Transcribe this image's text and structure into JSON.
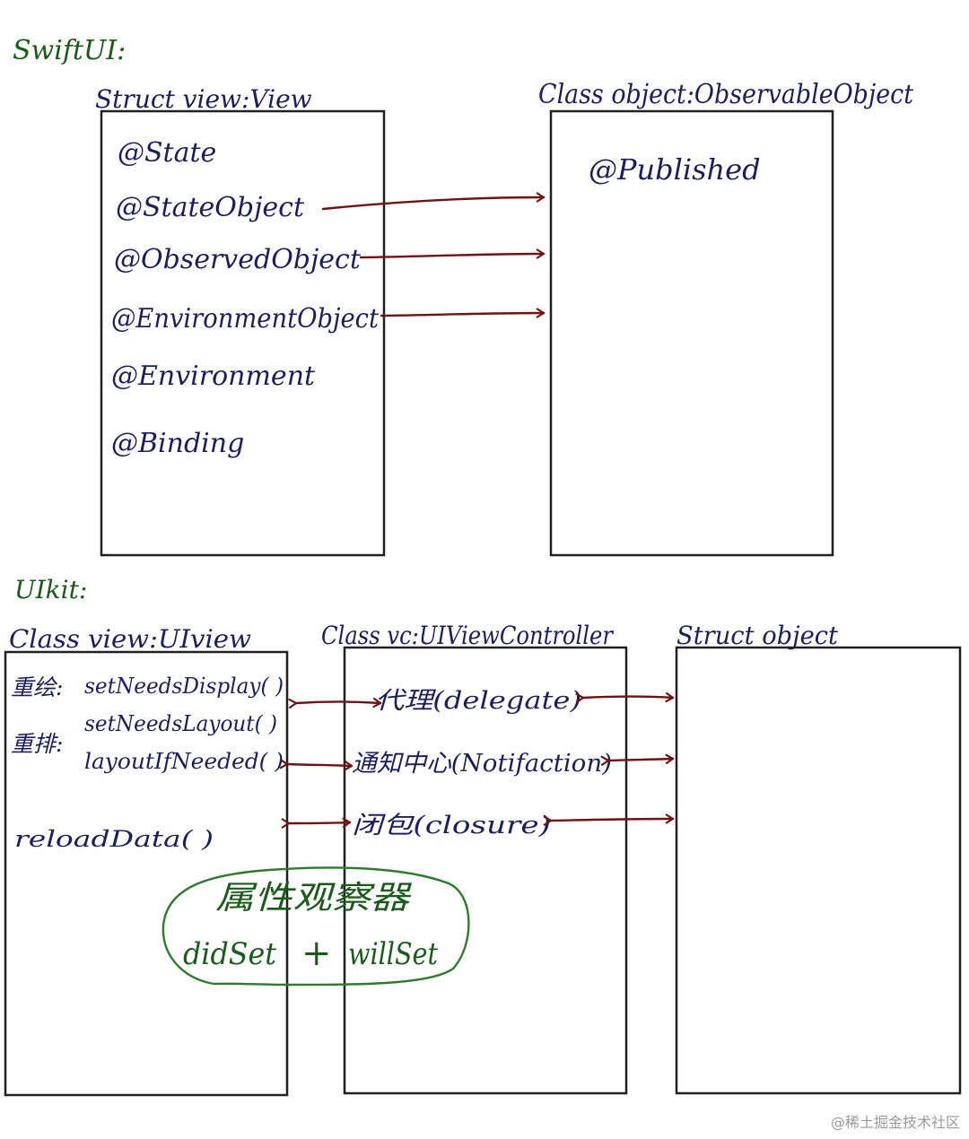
{
  "swiftui": {
    "section_label": "SwiftUI:",
    "view_title": "Struct view:View",
    "view_items": [
      "@State",
      "@StateObject",
      "@ObservedObject",
      "@EnvironmentObject",
      "@Environment",
      "@Binding"
    ],
    "object_title": "Class object:ObservableObject",
    "object_items": [
      "@Published"
    ]
  },
  "uikit": {
    "section_label": "UIkit:",
    "view_title": "Class view:UIview",
    "view_items": {
      "redraw_label": "重绘:",
      "redraw_method": "setNeedsDisplay( )",
      "relayout_label": "重排:",
      "relayout_method_1": "setNeedsLayout( )",
      "relayout_method_2": "layoutIfNeeded( )",
      "reload": "reloadData( )"
    },
    "vc_title": "Class vc:UIViewController",
    "vc_items": [
      "代理(delegate)",
      "通知中心(Notifaction)",
      "闭包(closure)"
    ],
    "object_title": "Struct object",
    "observer": {
      "title": "属性观察器",
      "did_set": "didSet",
      "plus": "+",
      "will_set": "willSet"
    }
  },
  "watermark": "@稀土掘金技术社区",
  "colors": {
    "ink": "#1b1f5c",
    "arrow": "#6e1414",
    "green_ink": "#1c5a1c",
    "box": "#202020"
  }
}
